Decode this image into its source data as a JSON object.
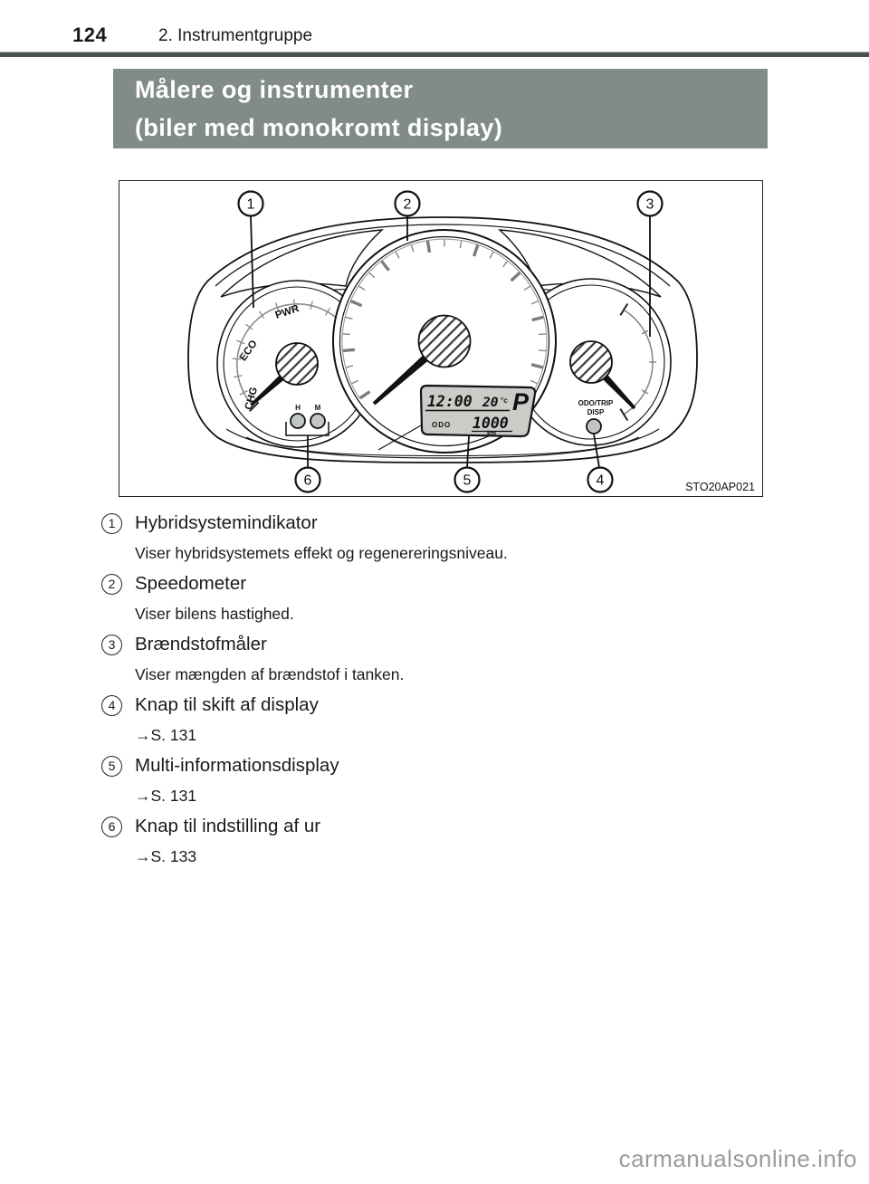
{
  "page": {
    "number": "124",
    "section": "2. Instrumentgruppe",
    "watermark": "carmanualsonline.info"
  },
  "title": {
    "line1": "Målere og instrumenter",
    "line2": "(biler med monokromt display)"
  },
  "figure": {
    "code": "STO20AP021",
    "callouts": [
      "1",
      "2",
      "3",
      "4",
      "5",
      "6"
    ],
    "labels": {
      "pwr": "PWR",
      "eco": "ECO",
      "chg": "CHG",
      "h": "H",
      "m": "M",
      "odo_trip": "ODO/TRIP",
      "disp": "DISP",
      "time": "12:00",
      "temp": "20",
      "temp_unit": "°c",
      "gear": "P",
      "odo": "ODO",
      "odo_value": "1000",
      "odo_unit": "km"
    }
  },
  "items": [
    {
      "num": "1",
      "title": "Hybridsystemindikator",
      "desc": "Viser hybridsystemets effekt og regenereringsniveau."
    },
    {
      "num": "2",
      "title": "Speedometer",
      "desc": "Viser bilens hastighed."
    },
    {
      "num": "3",
      "title": "Brændstofmåler",
      "desc": "Viser mængden af brændstof i tanken."
    },
    {
      "num": "4",
      "title": "Knap til skift af display",
      "desc": "→S. 131"
    },
    {
      "num": "5",
      "title": "Multi-informationsdisplay",
      "desc": "→S. 131"
    },
    {
      "num": "6",
      "title": "Knap til indstilling af ur",
      "desc": "→S. 133"
    }
  ],
  "colors": {
    "title_bg": "#828C86",
    "header_rule": "#4A534F",
    "lcd_bg": "#CACCC8",
    "button_fill": "#C2C6C3",
    "tick_gray": "#7C7C7C",
    "watermark": "#9B9B9B"
  }
}
